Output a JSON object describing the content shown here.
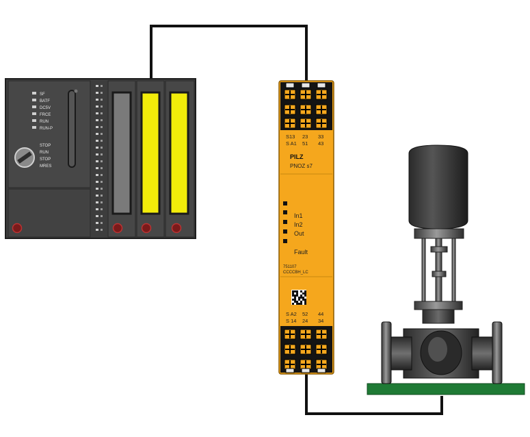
{
  "plc": {
    "status_labels": [
      "SF",
      "BATF",
      "DC5V",
      "FRCE",
      "RUN",
      "RUN-P"
    ],
    "mode_labels": [
      "STOP",
      "RUN",
      "STOP",
      "MRES"
    ]
  },
  "relay": {
    "brand": "PILZ",
    "model": "PNOZ s7",
    "top_terminal_row1": [
      "S13",
      "23",
      "33"
    ],
    "top_terminal_row2": [
      "S A1",
      "51",
      "43"
    ],
    "led_labels": [
      "In1",
      "In2",
      "Out",
      "Fault"
    ],
    "part_line1": "751107",
    "part_line2": "CCCCBH_LC",
    "bottom_terminal_row1": [
      "S A2",
      "52",
      "44"
    ],
    "bottom_terminal_row2": [
      "S 14",
      "24",
      "34"
    ]
  },
  "colors": {
    "relay_body": "#f5a71d",
    "plc_body": "#3d3d3d",
    "plc_module_yellow": "#f2ec0a",
    "base_plate": "#1f7a35",
    "wire": "#111111"
  }
}
